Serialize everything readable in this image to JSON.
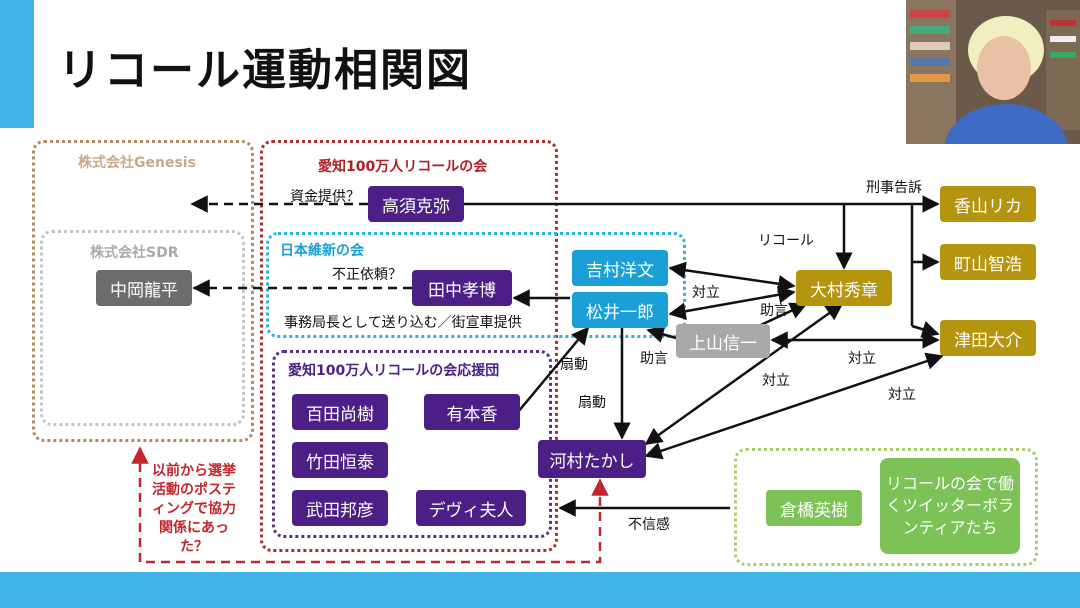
{
  "title": "リコール運動相関図",
  "colors": {
    "accent": "#3fb4e6",
    "purple": "#4b1f85",
    "blue": "#1a9fd7",
    "gold": "#b5940f",
    "red": "#c0282d"
  },
  "groups": {
    "genesis": "株式会社Genesis",
    "sdr": "株式会社SDR",
    "aichi": "愛知100万人リコールの会",
    "ishin": "日本維新の会",
    "ouen": "愛知100万人リコールの会応援団"
  },
  "people": {
    "nakaoka": "中岡龍平",
    "takasu": "高須克弥",
    "tanaka": "田中孝博",
    "yoshimura": "吉村洋文",
    "matsui": "松井一郎",
    "kamiyama": "上山信一",
    "omura": "大村秀章",
    "kayama": "香山リカ",
    "machiyama": "町山智浩",
    "tsuda": "津田大介",
    "hyakuta": "百田尚樹",
    "arimoto": "有本香",
    "takeda_tsuneyasu": "竹田恒泰",
    "takeda_kunihiko": "武田邦彦",
    "dewi": "デヴィ夫人",
    "kawamura": "河村たかし",
    "kurahashi": "倉橋英樹",
    "volunteers": "リコールの会で働くツイッターボランティアたち"
  },
  "relations": {
    "shikin": "資金提供？",
    "fusei": "不正依頼？",
    "jimukyoku": "事務局長として送り込む／街宣車提供",
    "keiji": "刑事告訴",
    "recall": "リコール",
    "tairitsu": "対立",
    "jogen": "助言",
    "sendo": "扇動",
    "fushinkan": "不信感"
  },
  "note": "以前から選挙活動のポスティングで協力関係にあった？"
}
